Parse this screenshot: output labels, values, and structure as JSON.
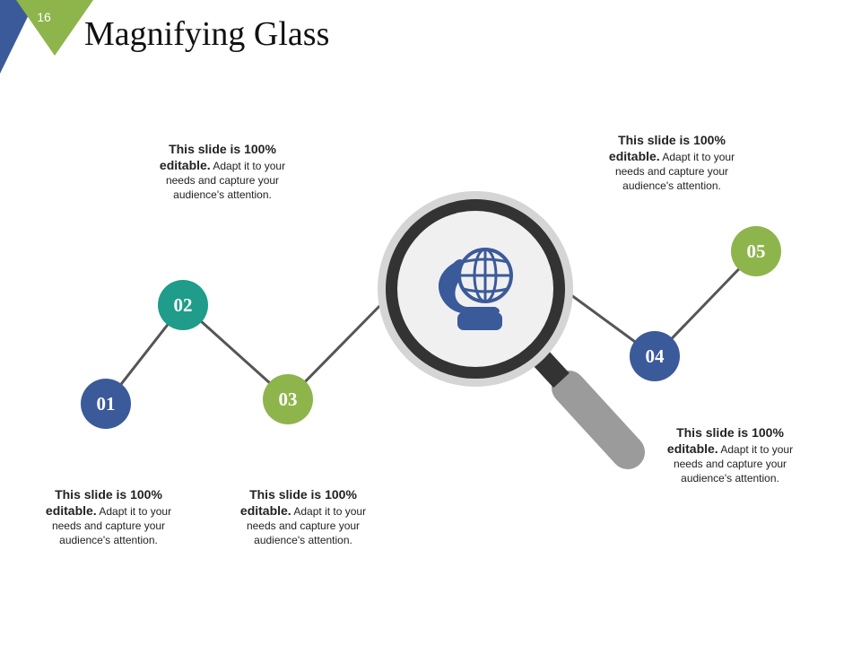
{
  "slide": {
    "number": "16",
    "title": "Magnifying Glass"
  },
  "colors": {
    "blue": "#3b5a9a",
    "teal": "#1f9c8a",
    "green": "#8db54b",
    "line": "#555555",
    "glass_frame": "#333333",
    "glass_rim": "#d5d5d5",
    "glass_lens": "#f0f0f0",
    "handle": "#9b9b9b"
  },
  "icons": {
    "magnifier_content": "globe-in-hand-icon"
  },
  "steps": [
    {
      "label": "01",
      "color": "#3b5a9a",
      "desc_bold": "This slide is 100% editable.",
      "desc_rest": " Adapt it to your needs and capture your audience's attention."
    },
    {
      "label": "02",
      "color": "#1f9c8a",
      "desc_bold": "This slide is 100% editable.",
      "desc_rest": " Adapt it to your needs and capture your audience's attention."
    },
    {
      "label": "03",
      "color": "#8db54b",
      "desc_bold": "This slide is 100% editable.",
      "desc_rest": " Adapt it to your needs and capture your audience's attention."
    },
    {
      "label": "04",
      "color": "#3b5a9a",
      "desc_bold": "This slide is 100% editable.",
      "desc_rest": " Adapt it to your needs and capture your audience's attention."
    },
    {
      "label": "05",
      "color": "#8db54b",
      "desc_bold": "This slide is 100% editable.",
      "desc_rest": " Adapt it to your needs and capture your audience's attention."
    }
  ]
}
